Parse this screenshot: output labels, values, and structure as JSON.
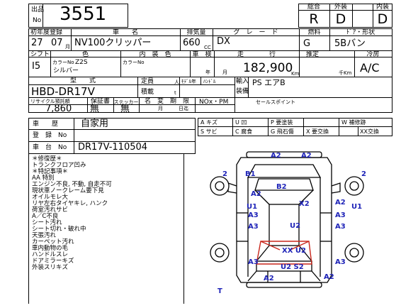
{
  "header": {
    "lot_label_top": "出品",
    "lot_label_bottom": "No",
    "lot_number": "3551",
    "grade_labels": [
      "総合",
      "外装",
      "内装"
    ],
    "grades": [
      "R",
      "D",
      "D"
    ]
  },
  "row_year": {
    "first_reg_label": "初年度登録",
    "first_reg_year": "27",
    "first_reg_month": "07",
    "month_suffix": "月",
    "car_name_label": "車　　名",
    "car_name": "NV100クリッパー",
    "displacement_label": "排気量",
    "displacement": "660",
    "cc_suffix": "CC",
    "grade_label": "グ　レ　ー　ド",
    "grade": "DX",
    "fuel_label": "燃料",
    "fuel": "G",
    "door_label": "ﾄﾞｱ・形状",
    "door_shape": "5Bバン"
  },
  "row_color": {
    "shift_label": "シフト",
    "shift": "I5",
    "color_label": "色",
    "color_no_label": "カラーNo",
    "color_no": "Z2S",
    "color_name": "シルバー",
    "interior_label": "内　装　色",
    "interior_no_label": "カラーNo",
    "year_label": "車　検",
    "year_suffix": "年",
    "month_suffix": "月",
    "mileage_label": "走　　　　行",
    "mileage": "182,900",
    "km_suffix": "Km",
    "estimate_label": "推定",
    "estimate_suffix": "千Km",
    "ac_label": "冷房",
    "ac": "A/C"
  },
  "row_model": {
    "model_label": "型　　式",
    "model": "HBD-DR17V",
    "capacity_label": "定員",
    "capacity_suffix": "人",
    "load_label": "積載",
    "load_suffix": "t",
    "change_label": "ﾓﾃﾞﾙ年",
    "handle_label": "ﾊﾝﾄﾞﾙ",
    "import_label": "輸入",
    "equipment_label": "装備",
    "equipment": "PS エアB"
  },
  "row_recycle": {
    "recycle_label": "リサイクル預託額",
    "recycle_amount": "7,860",
    "warranty_label": "保証書",
    "warranty": "無",
    "sticker_label": "ステッカー",
    "sticker": "無",
    "name_change_label": "名　変　期　限",
    "month_suffix": "月",
    "day_suffix": "日迄",
    "nox_label": "NOx・PM",
    "sales_point_label": "セールスポイント"
  },
  "history": {
    "history_label": "車　　歴",
    "history": "自家用",
    "reg_no_label": "登　録　No",
    "chassis_label": "車　台　No",
    "chassis_no": "DR17V-110504"
  },
  "legend": [
    [
      "A キズ",
      "U 凹",
      "P 要塗装",
      "W 補修跡"
    ],
    [
      "S サビ",
      "C 腐食",
      "G 飛石傷",
      "X 要交換",
      "XX交換"
    ]
  ],
  "notes": [
    "＊修復歴＊",
    "トランクフロア凹み",
    "＊特記事項＊",
    "AA 特別",
    "エンジン不良, 不動, 自走不可",
    "現状車ノークレーム要下見",
    "オイルモレ大",
    "リヤ左右タイヤキレ, ハンク",
    "荷室汚れサビ",
    "A／C不良",
    "シート汚れ",
    "シート切れ・破れ中",
    "天張汚れ",
    "カーペット汚れ",
    "車内動物の毛",
    "ハンドルスレ",
    "ドアミラーキズ",
    "外装スリキズ"
  ],
  "diagram_marks": {
    "front_a2_left": "A2",
    "front_a2_right": "A2",
    "left_front_2": "2",
    "b1": "B1",
    "right_front_2": "2",
    "b2": "B2",
    "a2_left_mid": "A2",
    "x2_center": "X2",
    "u1_left": "U1",
    "a2_right_side": "A2",
    "u1_right": "U1",
    "a3_left_1": "A3",
    "a3_right_1": "A3",
    "u2_center": "U2",
    "a3_left_2": "A3",
    "a3_right_2": "A3",
    "xx_u2": "XX U2",
    "a3_left_3": "A3",
    "a3_right_3": "A3",
    "u2_s2": "U2 S2",
    "a2_bottom_right": "A2",
    "a2_bottom_center": "A2",
    "t_label": "T"
  },
  "colors": {
    "ink": "#000000",
    "mark": "#1f24b8",
    "damage": "#c8261c"
  }
}
